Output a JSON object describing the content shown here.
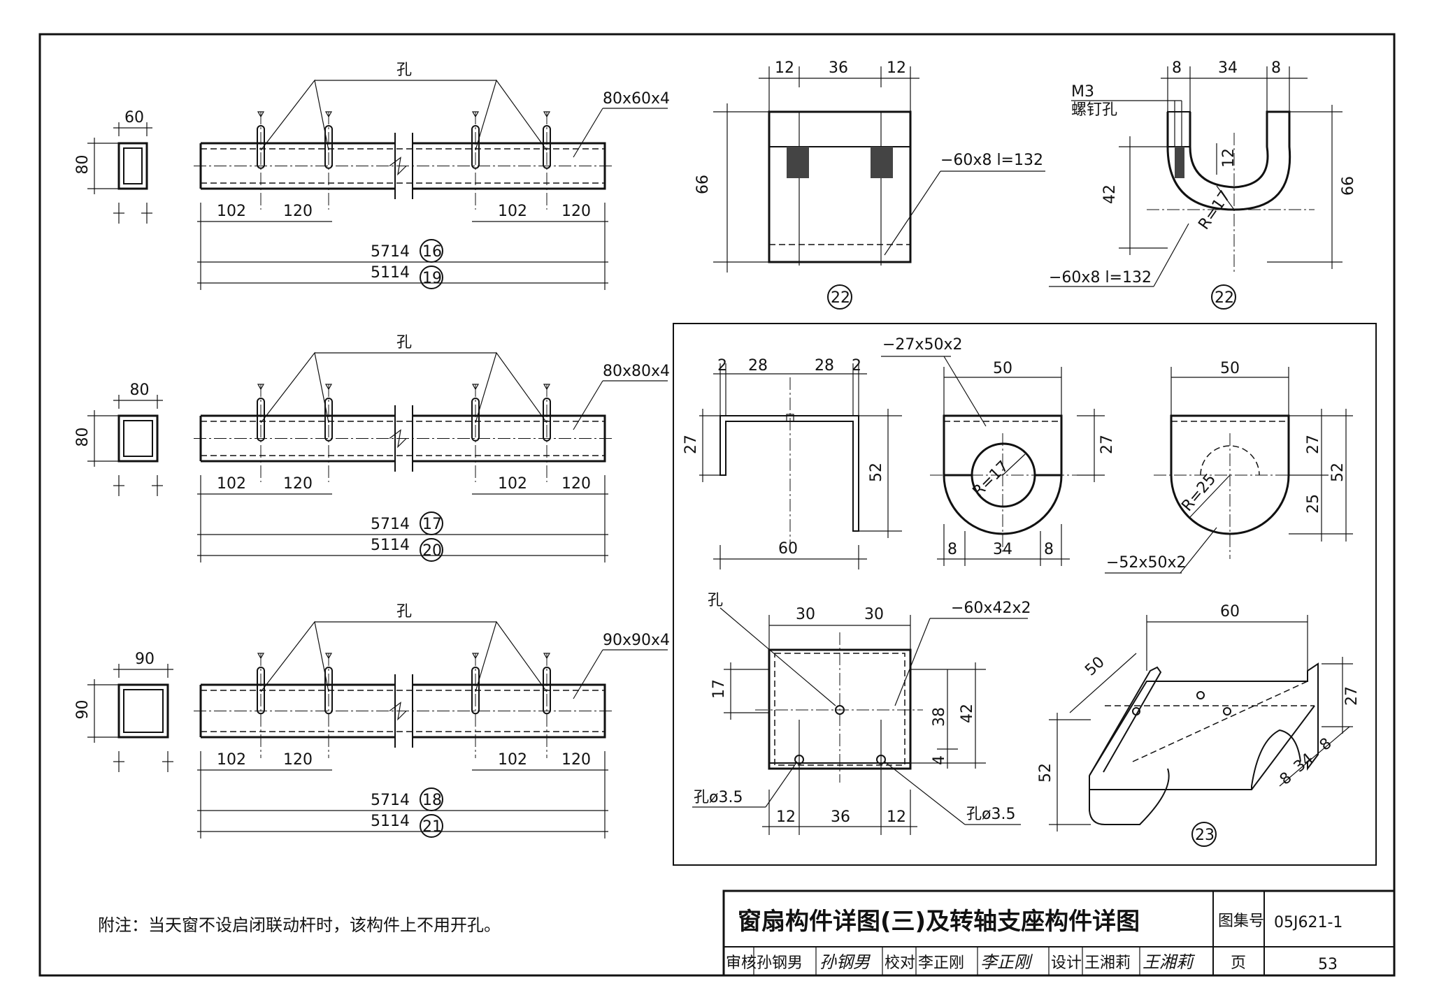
{
  "note": "附注：当天窗不设启闭联动杆时，该构件上不用开孔。",
  "title_block": {
    "title": "窗扇构件详图(三)及转轴支座构件详图",
    "atlas_label": "图集号",
    "atlas_no": "05J621-1",
    "page_label": "页",
    "page_no": "53",
    "review_label": "审核",
    "reviewer": "孙钢男",
    "reviewer_sig": "孙钢男",
    "check_label": "校对",
    "checker": "李正刚",
    "checker_sig": "李正刚",
    "design_label": "设计",
    "designer": "王湘莉",
    "designer_sig": "王湘莉"
  },
  "beams": [
    {
      "section_w": "60",
      "section_h": "80",
      "hole_label": "孔",
      "spec": "80x60x4",
      "d1": "102",
      "d2": "120",
      "d3": "102",
      "d4": "120",
      "len1": "5714",
      "no1": "16",
      "len2": "5114",
      "no2": "19"
    },
    {
      "section_w": "80",
      "section_h": "80",
      "hole_label": "孔",
      "spec": "80x80x4",
      "d1": "102",
      "d2": "120",
      "d3": "102",
      "d4": "120",
      "len1": "5714",
      "no1": "17",
      "len2": "5114",
      "no2": "20"
    },
    {
      "section_w": "90",
      "section_h": "90",
      "hole_label": "孔",
      "spec": "90x90x4",
      "d1": "102",
      "d2": "120",
      "d3": "102",
      "d4": "120",
      "len1": "5714",
      "no1": "18",
      "len2": "5114",
      "no2": "21"
    }
  ],
  "part22": {
    "front": {
      "d12a": "12",
      "d36": "36",
      "d12b": "12",
      "h66": "66",
      "spec": "−60x8  l=132",
      "no": "22"
    },
    "side": {
      "d8a": "8",
      "d34": "34",
      "d8b": "8",
      "screw": "M3",
      "screw_hole": "螺钉孔",
      "h42": "42",
      "h12": "12",
      "r": "R=17",
      "h66": "66",
      "spec": "−60x8  l=132",
      "no": "22"
    }
  },
  "part23": {
    "channel": {
      "d2a": "2",
      "d28a": "28",
      "d28b": "28",
      "d2b": "2",
      "h27": "27",
      "h52": "52",
      "w60": "60"
    },
    "plate1": {
      "spec": "−27x50x2",
      "w50": "50",
      "h27": "27",
      "r": "R=17",
      "d8a": "8",
      "d34": "34",
      "d8b": "8"
    },
    "plate2": {
      "w50": "50",
      "h27": "27",
      "h25": "25",
      "h52": "52",
      "r": "R=25",
      "spec": "−52x50x2"
    },
    "base": {
      "hole": "孔",
      "d30a": "30",
      "d30b": "30",
      "spec": "−60x42x2",
      "h17": "17",
      "h38": "38",
      "h42": "42",
      "h4": "4",
      "hole_l": "孔ø3.5",
      "hole_r": "孔ø3.5",
      "d12a": "12",
      "d36": "36",
      "d12b": "12"
    },
    "iso": {
      "w60": "60",
      "w50": "50",
      "h27": "27",
      "h52": "52",
      "d8a": "8",
      "d34": "34",
      "d8b": "8",
      "no": "23"
    }
  }
}
